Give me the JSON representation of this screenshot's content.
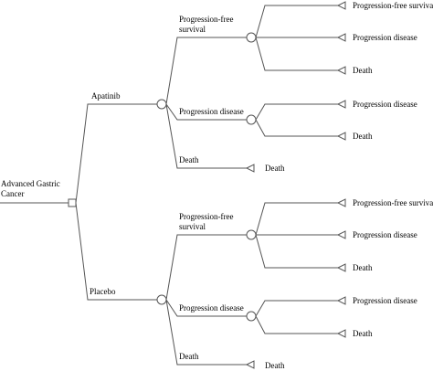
{
  "root": {
    "label_line1": "Advanced Gastric",
    "label_line2": "Cancer"
  },
  "arms": [
    {
      "label": "Apatinib",
      "branches": [
        {
          "label_line1": "Progression-free",
          "label_line2": "survival",
          "outcomes": [
            "Progression-free survival",
            "Progression disease",
            "Death"
          ]
        },
        {
          "label_line1": "Progression disease",
          "label_line2": "",
          "outcomes": [
            "Progression disease",
            "Death"
          ]
        },
        {
          "label_line1": "Death",
          "label_line2": "",
          "outcomes": [
            "Death"
          ]
        }
      ]
    },
    {
      "label": "Placebo",
      "branches": [
        {
          "label_line1": "Progression-free",
          "label_line2": "survival",
          "outcomes": [
            "Progression-free survival",
            "Progression disease",
            "Death"
          ]
        },
        {
          "label_line1": "Progression disease",
          "label_line2": "",
          "outcomes": [
            "Progression disease",
            "Death"
          ]
        },
        {
          "label_line1": "Death",
          "label_line2": "",
          "outcomes": [
            "Death"
          ]
        }
      ]
    }
  ]
}
